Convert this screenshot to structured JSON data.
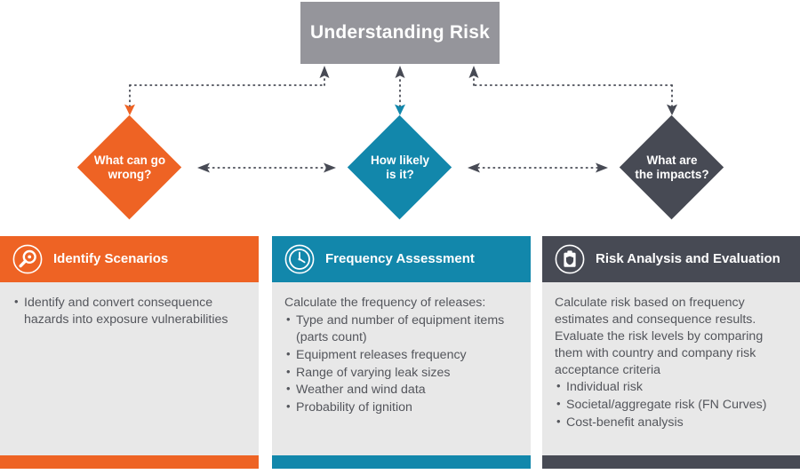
{
  "title_box": {
    "label": "Understanding Risk",
    "color": "#95959b"
  },
  "diamonds": [
    {
      "name": "what-can-go-wrong",
      "line1": "What can go",
      "line2": "wrong?",
      "color": "#ee6324"
    },
    {
      "name": "how-likely-is-it",
      "line1": "How likely",
      "line2": "is it?",
      "color": "#1287ab"
    },
    {
      "name": "what-are-the-impacts",
      "line1": "What are",
      "line2": "the impacts?",
      "color": "#474a54"
    }
  ],
  "cards": [
    {
      "name": "identify-scenarios",
      "title": "Identify Scenarios",
      "icon": "magnifier-icon",
      "color": "#ee6324",
      "intro": "",
      "bullets": [
        "Identify and convert consequence hazards into exposure vulnerabilities"
      ],
      "sub_text": ""
    },
    {
      "name": "frequency-assessment",
      "title": "Frequency Assessment",
      "icon": "clock-icon",
      "color": "#1287ab",
      "intro": "Calculate the frequency of releases:",
      "bullets": [
        "Type and number of equipment items (parts count)",
        "Equipment releases frequency",
        "Range of varying leak sizes",
        "Weather and wind data",
        "Probability of ignition"
      ],
      "sub_text": ""
    },
    {
      "name": "risk-analysis-and-evaluation",
      "title": "Risk Analysis and Evaluation",
      "icon": "clipboard-shield-icon",
      "color": "#474a54",
      "intro": "Calculate risk based on frequency estimates and consequence results. Evaluate the risk levels by comparing them with country and company risk acceptance criteria",
      "bullets": [
        "Individual risk",
        "Societal/aggregate risk (FN Curves)",
        "Cost-benefit analysis"
      ],
      "sub_text": ""
    }
  ],
  "connectors": {
    "dotted_color": "#474a54",
    "arrow_up_color": "#474a54",
    "left_arrow_color": "#ee6324",
    "middle_arrow_color": "#1287ab",
    "right_arrow_color": "#474a54"
  }
}
